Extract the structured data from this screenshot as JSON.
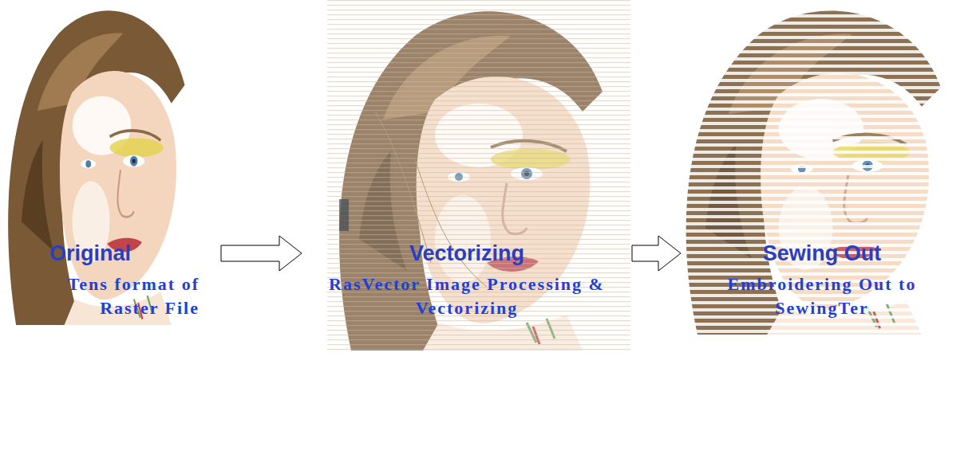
{
  "diagram": {
    "nodes": [
      {
        "text": [
          "Original",
          "Tens format of Raster File"
        ]
      },
      {
        "text": [
          "Vectorizing",
          "RasVector Image Processing & Vectorizing"
        ]
      },
      {
        "text": [
          "Sewing Out",
          "Embroidering Out to SewingTer"
        ]
      }
    ],
    "edges": [
      {
        "from": 0,
        "to": 1,
        "arrow": "to"
      },
      {
        "from": 1,
        "to": 2,
        "arrow": "to"
      }
    ]
  }
}
